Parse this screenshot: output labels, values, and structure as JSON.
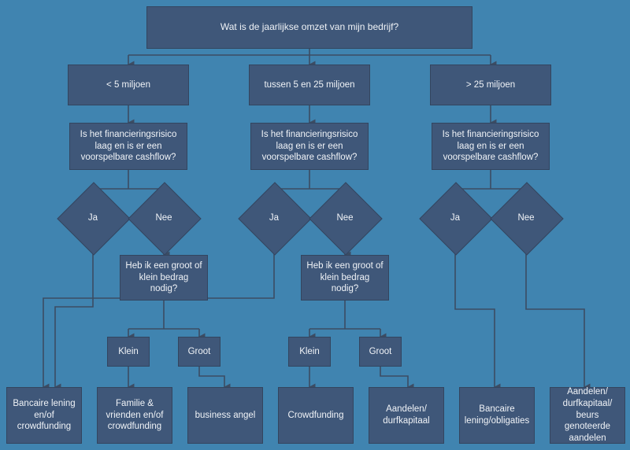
{
  "diagram": {
    "title": "Wat is de jaarlijkse omzet van mijn bedrijf?",
    "background_color": "#4084b0",
    "node_color": "#3f5779",
    "node_border_color": "#33455f",
    "text_color": "#f0f3f7",
    "connector_color": "#3c4c63"
  },
  "nodes": {
    "root": "Wat is de jaarlijkse omzet van mijn bedrijf?",
    "revenue": {
      "low": "< 5 miljoen",
      "mid": "tussen 5 en 25 miljoen",
      "high": "> 25 miljoen"
    },
    "risk_question": "Is het financieringsrisico laag en is er een voorspelbare cashflow?",
    "risk_question_left": "Is het financieringsrisico laag en is er een voorspelbare cashflow?",
    "risk_question_mid": "Is het financieringsrisico laag en is er een voorspelbare cashflow?",
    "risk_question_right": "Is het financieringsrisico laag en is er een voorspelbare cashflow?",
    "decisions": {
      "yes": "Ja",
      "no": "Nee",
      "left_yes": "Ja",
      "left_no": "Nee",
      "mid_yes": "Ja",
      "mid_no": "Nee",
      "right_yes": "Ja",
      "right_no": "Nee"
    },
    "amount_question_left": "Heb ik een groot of klein bedrag nodig?",
    "amount_question_mid": "Heb ik een groot of klein bedrag nodig?",
    "amounts": {
      "left_small": "Klein",
      "left_large": "Groot",
      "mid_small": "Klein",
      "mid_large": "Groot"
    },
    "results": {
      "r1": "Bancaire lening en/of crowdfunding",
      "r2": "Familie & vrienden en/of crowdfunding",
      "r3": "business angel",
      "r4": "Crowdfunding",
      "r5": "Aandelen/ durfkapitaal",
      "r6": "Bancaire lening/obligaties",
      "r7": "Aandelen/ durfkapitaal/ beurs genoteerde aandelen"
    }
  }
}
